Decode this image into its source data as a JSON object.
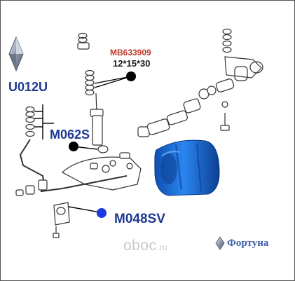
{
  "callouts": {
    "u012u": "U012U",
    "m062s": "M062S",
    "m048sv": "M048SV"
  },
  "part_number": "MB633909",
  "dimensions": "12*15*30",
  "brand": {
    "name": "Фортуна",
    "icon": "diamond-logo-icon"
  },
  "watermark": {
    "main": "oboc",
    "tld": ".ru"
  },
  "colors": {
    "label_blue": "#1f3a93",
    "part_red": "#c0392b",
    "bushing_blue": "#1f6fd1",
    "callout_dot_black": "#000000",
    "callout_dot_blue": "#1a3be0",
    "line_art": "#333333"
  },
  "icons": [
    "diamond-logo-icon",
    "bushing-photo",
    "suspension-diagram"
  ]
}
